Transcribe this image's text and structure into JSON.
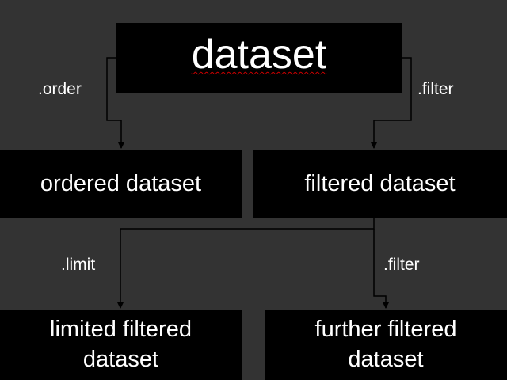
{
  "nodes": {
    "root": "dataset",
    "ordered": "ordered dataset",
    "filtered": "filtered dataset",
    "limited_line1": "limited filtered",
    "limited_line2": "dataset",
    "further_line1": "further filtered",
    "further_line2": "dataset"
  },
  "edges": {
    "order": ".order",
    "filter_first": ".filter",
    "limit": ".limit",
    "filter_second": ".filter"
  },
  "colors": {
    "background": "#333333",
    "box": "#000000",
    "text": "#ffffff",
    "spellcheck_underline": "#cc0000"
  }
}
